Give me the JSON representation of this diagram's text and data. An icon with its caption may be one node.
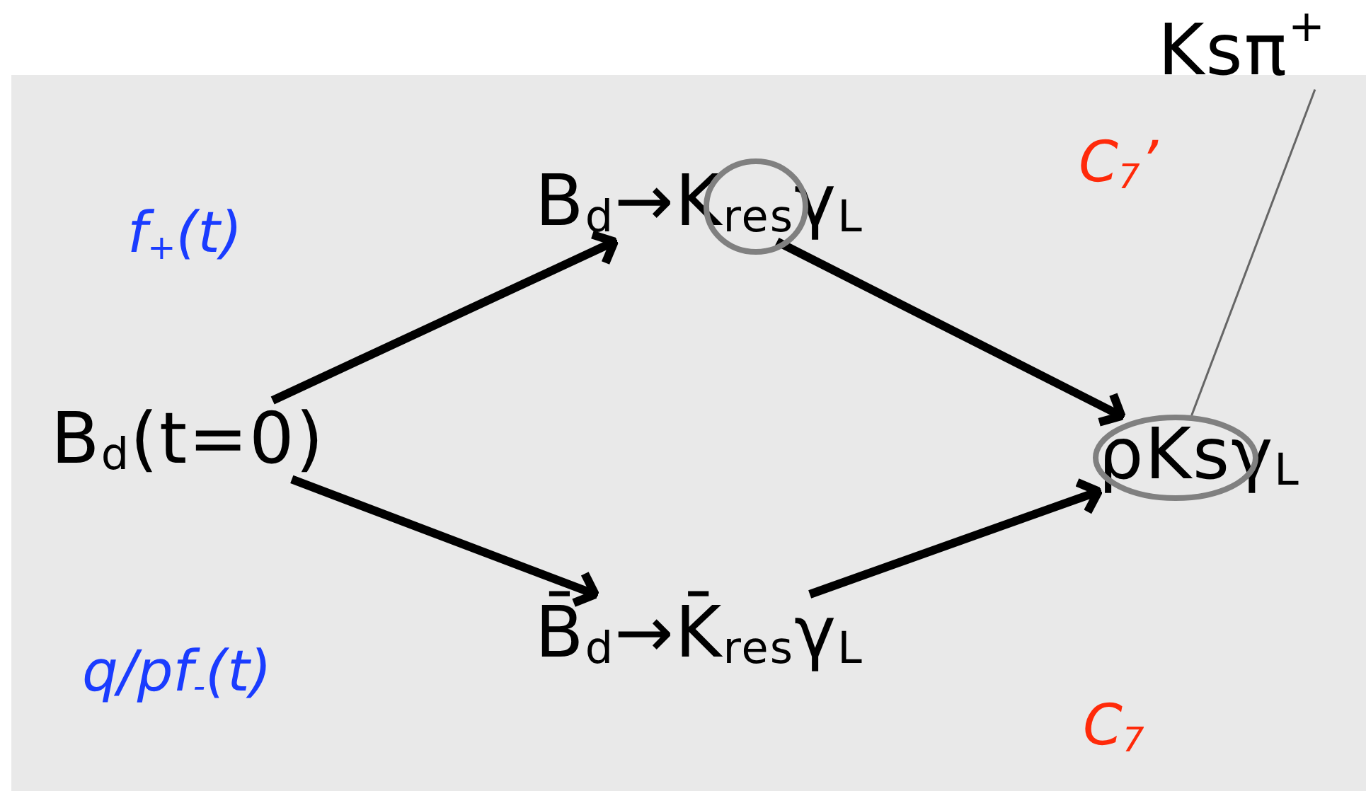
{
  "diagram": {
    "nodes": [
      {
        "text": [
          "B$_{d}$(t=0)"
        ]
      },
      {
        "text": [
          "B$_{d}$→K$_{res}$γ$_{L}$"
        ]
      },
      {
        "text": [],
        "shape": "circle"
      },
      {
        "text": [
          "B̄$_{d}$→K̄$_{res}$γ$_{L}$"
        ]
      },
      {
        "text": [
          "ρKsγ$_{L}$"
        ]
      },
      {
        "text": [],
        "shape": "circle"
      },
      {
        "text": [
          "Ksπ$^{+}$"
        ]
      }
    ],
    "edges": [
      {
        "from": 0,
        "to": 1,
        "arrow": "to",
        "label": "f$_{+}$(t)"
      },
      {
        "from": 0,
        "to": 3,
        "arrow": "to",
        "label": "q/pf$_{-}$(t)"
      },
      {
        "from": 1,
        "to": 4,
        "arrow": "to",
        "label": "C$_{7}$’"
      },
      {
        "from": 3,
        "to": 4,
        "arrow": "to",
        "label": "C$_{7}$"
      },
      {
        "from": 6,
        "to": 5,
        "arrow": "none",
        "color": "#666666"
      }
    ]
  }
}
